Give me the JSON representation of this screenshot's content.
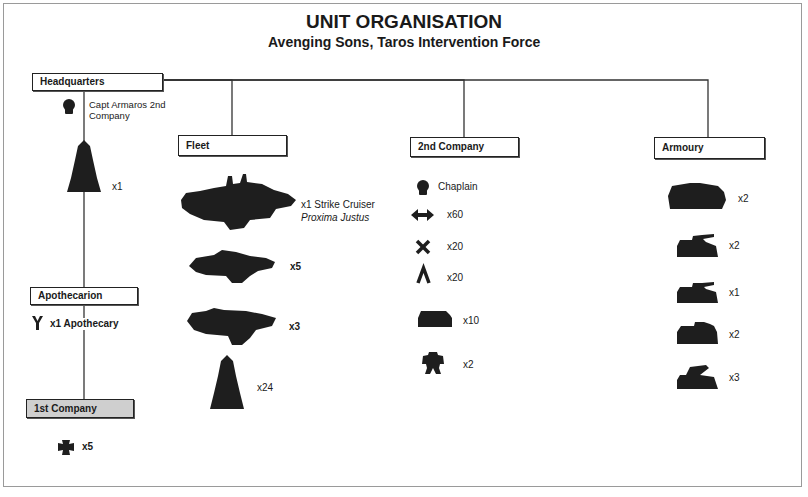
{
  "diagram": {
    "title": "UNIT ORGANISATION",
    "nodes": [
      {
        "text": [
          "Headquarters"
        ]
      },
      {
        "text": [
          "Fleet"
        ]
      },
      {
        "text": [
          "2nd Company"
        ]
      },
      {
        "text": [
          "Armoury"
        ]
      },
      {
        "text": [
          "Apothecarion"
        ]
      },
      {
        "text": [
          "1st Company"
        ]
      }
    ],
    "edges": [
      {
        "from": 0,
        "to": 1,
        "arrow": "none"
      },
      {
        "from": 0,
        "to": 2,
        "arrow": "none"
      },
      {
        "from": 0,
        "to": 3,
        "arrow": "none"
      },
      {
        "from": 0,
        "to": 4,
        "arrow": "none"
      },
      {
        "from": 4,
        "to": 5,
        "arrow": "none"
      }
    ],
    "labels": [
      "Avenging Sons, Taros Intervention Force",
      "Capt Armaros 2nd Company",
      "x1",
      "x1 Apothecary",
      "x5",
      "x1 Strike Cruiser",
      "Proxima Justus",
      "x5",
      "x3",
      "x24",
      "Chaplain",
      "x60",
      "x20",
      "x20",
      "x10",
      "x2",
      "x2",
      "x2",
      "x1",
      "x2",
      "x3"
    ]
  }
}
